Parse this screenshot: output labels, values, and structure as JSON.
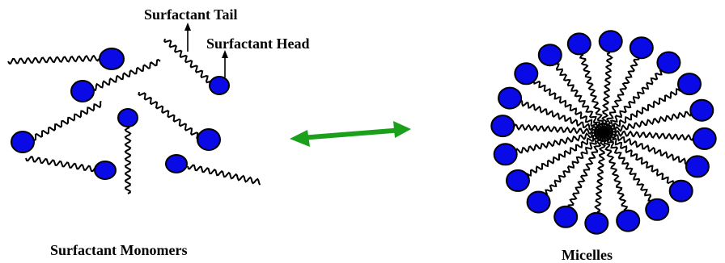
{
  "labels": {
    "tail": "Surfactant Tail",
    "head": "Surfactant Head",
    "monomers": "Surfactant Monomers",
    "micelles": "Micelles"
  },
  "colors": {
    "head_fill": "#0a0ae6",
    "head_stroke": "#000000",
    "arrow": "#1aa01a",
    "tail": "#000000"
  },
  "icons": {
    "equilibrium": "double-headed-arrow-icon"
  },
  "micelle": {
    "surfactant_count": 20
  }
}
